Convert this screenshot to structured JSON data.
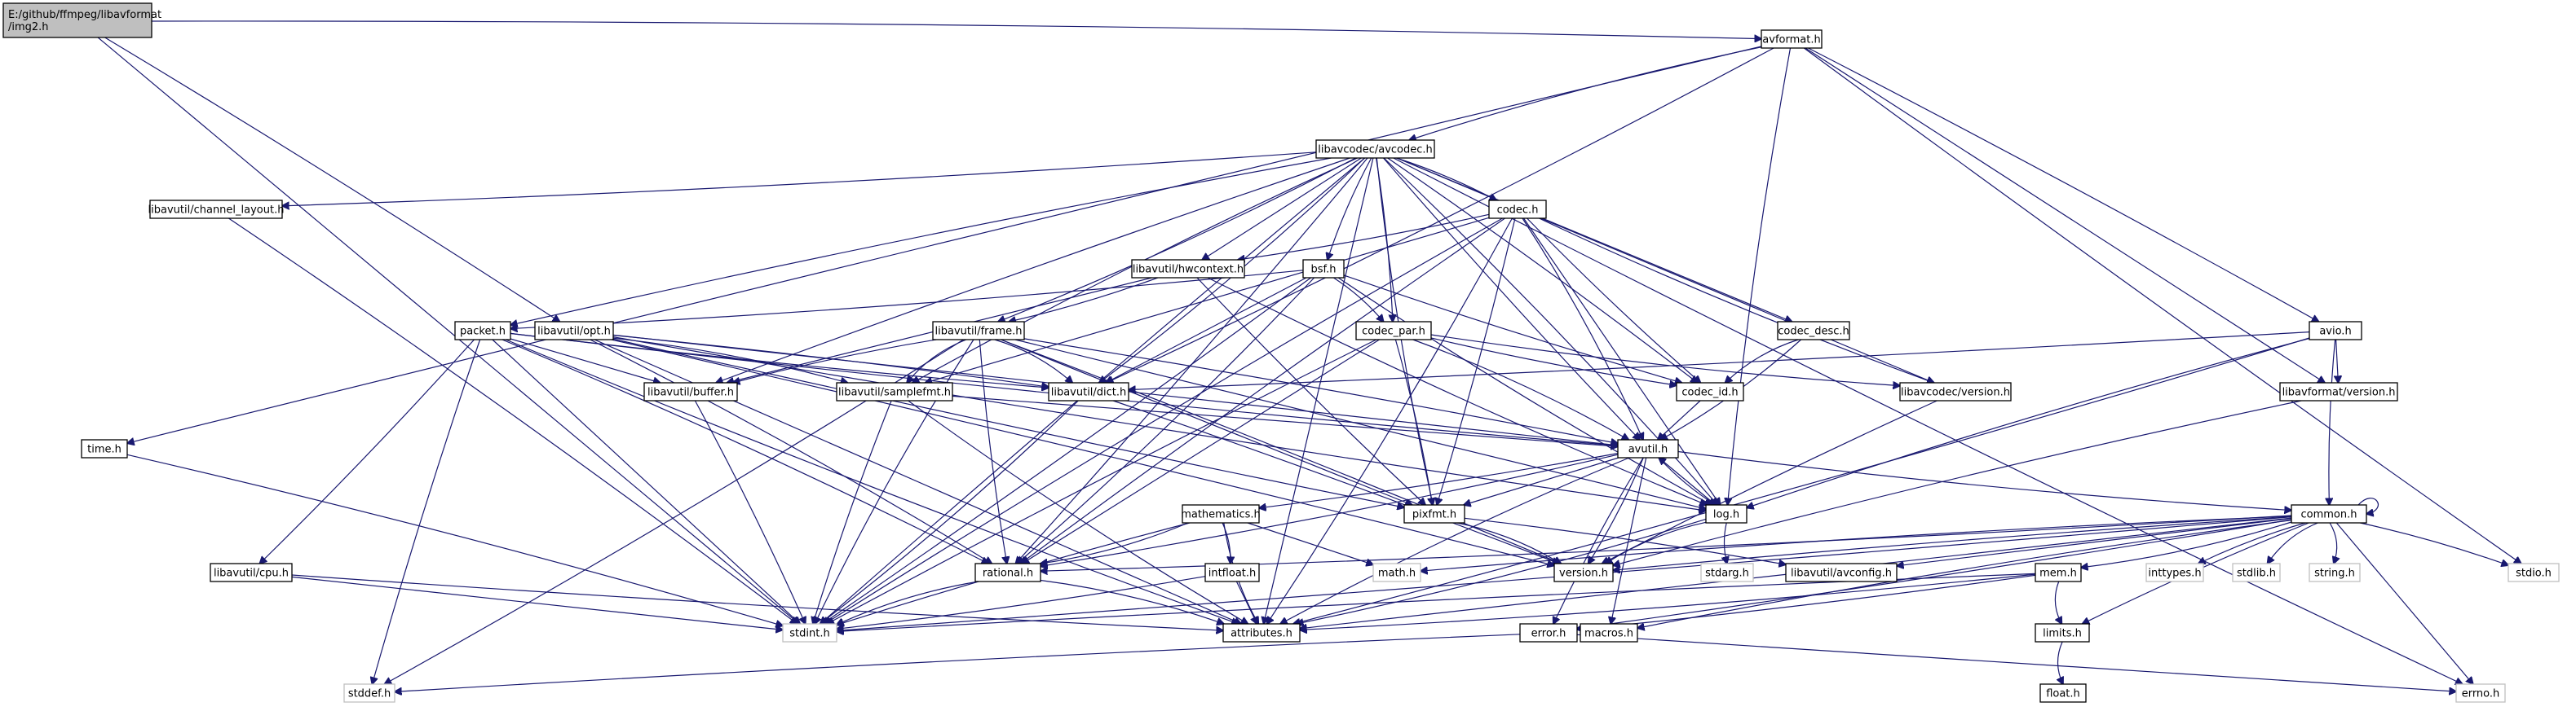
{
  "colors": {
    "edge": "#191970",
    "root_fill": "#bfbfbf",
    "node_fill": "#ffffff",
    "system_border": "#bfbfbf"
  },
  "nodes": [
    {
      "id": "root",
      "lines": [
        "E:/github/ffmpeg/libavformat",
        "/img2.h"
      ],
      "kind": "root"
    },
    {
      "id": "avformat",
      "lines": [
        "avformat.h"
      ],
      "kind": "local"
    },
    {
      "id": "avcodec",
      "lines": [
        "libavcodec/avcodec.h"
      ],
      "kind": "local"
    },
    {
      "id": "chlayout",
      "lines": [
        "libavutil/channel_layout.h"
      ],
      "kind": "local"
    },
    {
      "id": "codec",
      "lines": [
        "codec.h"
      ],
      "kind": "local"
    },
    {
      "id": "hwcontext",
      "lines": [
        "libavutil/hwcontext.h"
      ],
      "kind": "local"
    },
    {
      "id": "bsf",
      "lines": [
        "bsf.h"
      ],
      "kind": "local"
    },
    {
      "id": "packet",
      "lines": [
        "packet.h"
      ],
      "kind": "local"
    },
    {
      "id": "opt",
      "lines": [
        "libavutil/opt.h"
      ],
      "kind": "local"
    },
    {
      "id": "frame",
      "lines": [
        "libavutil/frame.h"
      ],
      "kind": "local"
    },
    {
      "id": "codecpar",
      "lines": [
        "codec_par.h"
      ],
      "kind": "local"
    },
    {
      "id": "codecdesc",
      "lines": [
        "codec_desc.h"
      ],
      "kind": "local"
    },
    {
      "id": "avio",
      "lines": [
        "avio.h"
      ],
      "kind": "local"
    },
    {
      "id": "buffer",
      "lines": [
        "libavutil/buffer.h"
      ],
      "kind": "local"
    },
    {
      "id": "samplefmt",
      "lines": [
        "libavutil/samplefmt.h"
      ],
      "kind": "local"
    },
    {
      "id": "dict",
      "lines": [
        "libavutil/dict.h"
      ],
      "kind": "local"
    },
    {
      "id": "codecid",
      "lines": [
        "codec_id.h"
      ],
      "kind": "local"
    },
    {
      "id": "lcversion",
      "lines": [
        "libavcodec/version.h"
      ],
      "kind": "local"
    },
    {
      "id": "lfversion",
      "lines": [
        "libavformat/version.h"
      ],
      "kind": "local"
    },
    {
      "id": "time",
      "lines": [
        "time.h"
      ],
      "kind": "local"
    },
    {
      "id": "avutil",
      "lines": [
        "avutil.h"
      ],
      "kind": "local"
    },
    {
      "id": "mathematics",
      "lines": [
        "mathematics.h"
      ],
      "kind": "local"
    },
    {
      "id": "pixfmt",
      "lines": [
        "pixfmt.h"
      ],
      "kind": "local"
    },
    {
      "id": "log",
      "lines": [
        "log.h"
      ],
      "kind": "local"
    },
    {
      "id": "common",
      "lines": [
        "common.h"
      ],
      "kind": "local"
    },
    {
      "id": "cpu",
      "lines": [
        "libavutil/cpu.h"
      ],
      "kind": "local"
    },
    {
      "id": "rational",
      "lines": [
        "rational.h"
      ],
      "kind": "local"
    },
    {
      "id": "intfloat",
      "lines": [
        "intfloat.h"
      ],
      "kind": "local"
    },
    {
      "id": "math",
      "lines": [
        "math.h"
      ],
      "kind": "system"
    },
    {
      "id": "version",
      "lines": [
        "version.h"
      ],
      "kind": "local"
    },
    {
      "id": "stdarg",
      "lines": [
        "stdarg.h"
      ],
      "kind": "system"
    },
    {
      "id": "avconfig",
      "lines": [
        "libavutil/avconfig.h"
      ],
      "kind": "local"
    },
    {
      "id": "mem",
      "lines": [
        "mem.h"
      ],
      "kind": "local"
    },
    {
      "id": "inttypes",
      "lines": [
        "inttypes.h"
      ],
      "kind": "system"
    },
    {
      "id": "stdlib",
      "lines": [
        "stdlib.h"
      ],
      "kind": "system"
    },
    {
      "id": "string",
      "lines": [
        "string.h"
      ],
      "kind": "system"
    },
    {
      "id": "stdio",
      "lines": [
        "stdio.h"
      ],
      "kind": "system"
    },
    {
      "id": "stdint",
      "lines": [
        "stdint.h"
      ],
      "kind": "system"
    },
    {
      "id": "attributes",
      "lines": [
        "attributes.h"
      ],
      "kind": "local"
    },
    {
      "id": "error",
      "lines": [
        "error.h"
      ],
      "kind": "local"
    },
    {
      "id": "macros",
      "lines": [
        "macros.h"
      ],
      "kind": "local"
    },
    {
      "id": "limits",
      "lines": [
        "limits.h"
      ],
      "kind": "local"
    },
    {
      "id": "float",
      "lines": [
        "float.h"
      ],
      "kind": "local"
    },
    {
      "id": "stddef",
      "lines": [
        "stddef.h"
      ],
      "kind": "system"
    },
    {
      "id": "errno",
      "lines": [
        "errno.h"
      ],
      "kind": "system"
    }
  ],
  "edges": [
    [
      "root",
      "avformat"
    ],
    [
      "root",
      "opt"
    ],
    [
      "root",
      "stdint"
    ],
    [
      "avformat",
      "time"
    ],
    [
      "avformat",
      "avcodec"
    ],
    [
      "avformat",
      "dict"
    ],
    [
      "avformat",
      "avio"
    ],
    [
      "avformat",
      "lfversion"
    ],
    [
      "avformat",
      "stdio"
    ],
    [
      "avformat",
      "log"
    ],
    [
      "avcodec",
      "chlayout"
    ],
    [
      "avcodec",
      "codec"
    ],
    [
      "avcodec",
      "hwcontext"
    ],
    [
      "avcodec",
      "bsf"
    ],
    [
      "avcodec",
      "packet"
    ],
    [
      "avcodec",
      "frame"
    ],
    [
      "avcodec",
      "codecpar"
    ],
    [
      "avcodec",
      "codecdesc"
    ],
    [
      "avcodec",
      "buffer"
    ],
    [
      "avcodec",
      "samplefmt"
    ],
    [
      "avcodec",
      "dict"
    ],
    [
      "avcodec",
      "codecid"
    ],
    [
      "avcodec",
      "lcversion"
    ],
    [
      "avcodec",
      "avutil"
    ],
    [
      "avcodec",
      "pixfmt"
    ],
    [
      "avcodec",
      "log"
    ],
    [
      "avcodec",
      "rational"
    ],
    [
      "avcodec",
      "attributes"
    ],
    [
      "avcodec",
      "stdint"
    ],
    [
      "avcodec",
      "errno"
    ],
    [
      "chlayout",
      "stdint"
    ],
    [
      "codec",
      "hwcontext"
    ],
    [
      "codec",
      "samplefmt"
    ],
    [
      "codec",
      "codecid"
    ],
    [
      "codec",
      "lcversion"
    ],
    [
      "codec",
      "avutil"
    ],
    [
      "codec",
      "pixfmt"
    ],
    [
      "codec",
      "log"
    ],
    [
      "codec",
      "rational"
    ],
    [
      "codec",
      "stdint"
    ],
    [
      "codec",
      "attributes"
    ],
    [
      "hwcontext",
      "frame"
    ],
    [
      "hwcontext",
      "buffer"
    ],
    [
      "hwcontext",
      "pixfmt"
    ],
    [
      "hwcontext",
      "log"
    ],
    [
      "bsf",
      "packet"
    ],
    [
      "bsf",
      "codecpar"
    ],
    [
      "bsf",
      "dict"
    ],
    [
      "bsf",
      "codecid"
    ],
    [
      "bsf",
      "log"
    ],
    [
      "bsf",
      "rational"
    ],
    [
      "bsf",
      "stdint"
    ],
    [
      "packet",
      "buffer"
    ],
    [
      "packet",
      "dict"
    ],
    [
      "packet",
      "avutil"
    ],
    [
      "packet",
      "rational"
    ],
    [
      "packet",
      "cpu"
    ],
    [
      "packet",
      "stdint"
    ],
    [
      "packet",
      "stddef"
    ],
    [
      "packet",
      "attributes"
    ],
    [
      "opt",
      "samplefmt"
    ],
    [
      "opt",
      "dict"
    ],
    [
      "opt",
      "avutil"
    ],
    [
      "opt",
      "pixfmt"
    ],
    [
      "opt",
      "log"
    ],
    [
      "opt",
      "rational"
    ],
    [
      "opt",
      "version"
    ],
    [
      "opt",
      "attributes"
    ],
    [
      "frame",
      "buffer"
    ],
    [
      "frame",
      "samplefmt"
    ],
    [
      "frame",
      "dict"
    ],
    [
      "frame",
      "avutil"
    ],
    [
      "frame",
      "pixfmt"
    ],
    [
      "frame",
      "rational"
    ],
    [
      "frame",
      "stdint"
    ],
    [
      "frame",
      "stddef"
    ],
    [
      "frame",
      "version"
    ],
    [
      "frame",
      "log"
    ],
    [
      "codecpar",
      "codecid"
    ],
    [
      "codecpar",
      "lcversion"
    ],
    [
      "codecpar",
      "avutil"
    ],
    [
      "codecpar",
      "pixfmt"
    ],
    [
      "codecpar",
      "rational"
    ],
    [
      "codecpar",
      "stdint"
    ],
    [
      "codecdesc",
      "codecid"
    ],
    [
      "codecdesc",
      "avutil"
    ],
    [
      "avio",
      "dict"
    ],
    [
      "avio",
      "lfversion"
    ],
    [
      "avio",
      "common"
    ],
    [
      "avio",
      "log"
    ],
    [
      "avio",
      "attributes"
    ],
    [
      "buffer",
      "stdint"
    ],
    [
      "samplefmt",
      "avutil"
    ],
    [
      "samplefmt",
      "stdint"
    ],
    [
      "samplefmt",
      "attributes"
    ],
    [
      "dict",
      "stdint"
    ],
    [
      "dict",
      "version"
    ],
    [
      "codecid",
      "avutil"
    ],
    [
      "lcversion",
      "version"
    ],
    [
      "lfversion",
      "version"
    ],
    [
      "time",
      "stdint"
    ],
    [
      "avutil",
      "mathematics"
    ],
    [
      "avutil",
      "pixfmt"
    ],
    [
      "avutil",
      "log"
    ],
    [
      "avutil",
      "common"
    ],
    [
      "avutil",
      "rational"
    ],
    [
      "avutil",
      "version"
    ],
    [
      "avutil",
      "macros"
    ],
    [
      "avutil",
      "error"
    ],
    [
      "avutil",
      "attributes"
    ],
    [
      "mathematics",
      "rational"
    ],
    [
      "mathematics",
      "intfloat"
    ],
    [
      "mathematics",
      "math"
    ],
    [
      "mathematics",
      "stdint"
    ],
    [
      "mathematics",
      "attributes"
    ],
    [
      "pixfmt",
      "version"
    ],
    [
      "pixfmt",
      "avconfig"
    ],
    [
      "log",
      "avutil"
    ],
    [
      "log",
      "stdarg"
    ],
    [
      "log",
      "version"
    ],
    [
      "log",
      "attributes"
    ],
    [
      "common",
      "common"
    ],
    [
      "common",
      "attributes"
    ],
    [
      "common",
      "version"
    ],
    [
      "common",
      "macros"
    ],
    [
      "common",
      "mem"
    ],
    [
      "common",
      "error"
    ],
    [
      "common",
      "avconfig"
    ],
    [
      "common",
      "inttypes"
    ],
    [
      "common",
      "stdlib"
    ],
    [
      "common",
      "string"
    ],
    [
      "common",
      "stdio"
    ],
    [
      "common",
      "errno"
    ],
    [
      "common",
      "limits"
    ],
    [
      "common",
      "math"
    ],
    [
      "common",
      "rational"
    ],
    [
      "common",
      "stdint"
    ],
    [
      "cpu",
      "stdint"
    ],
    [
      "cpu",
      "attributes"
    ],
    [
      "rational",
      "stdint"
    ],
    [
      "rational",
      "attributes"
    ],
    [
      "intfloat",
      "stdint"
    ],
    [
      "intfloat",
      "attributes"
    ],
    [
      "mem",
      "stdint"
    ],
    [
      "mem",
      "limits"
    ],
    [
      "mem",
      "attributes"
    ],
    [
      "mem",
      "error"
    ],
    [
      "error",
      "errno"
    ],
    [
      "error",
      "stddef"
    ],
    [
      "limits",
      "float"
    ]
  ]
}
